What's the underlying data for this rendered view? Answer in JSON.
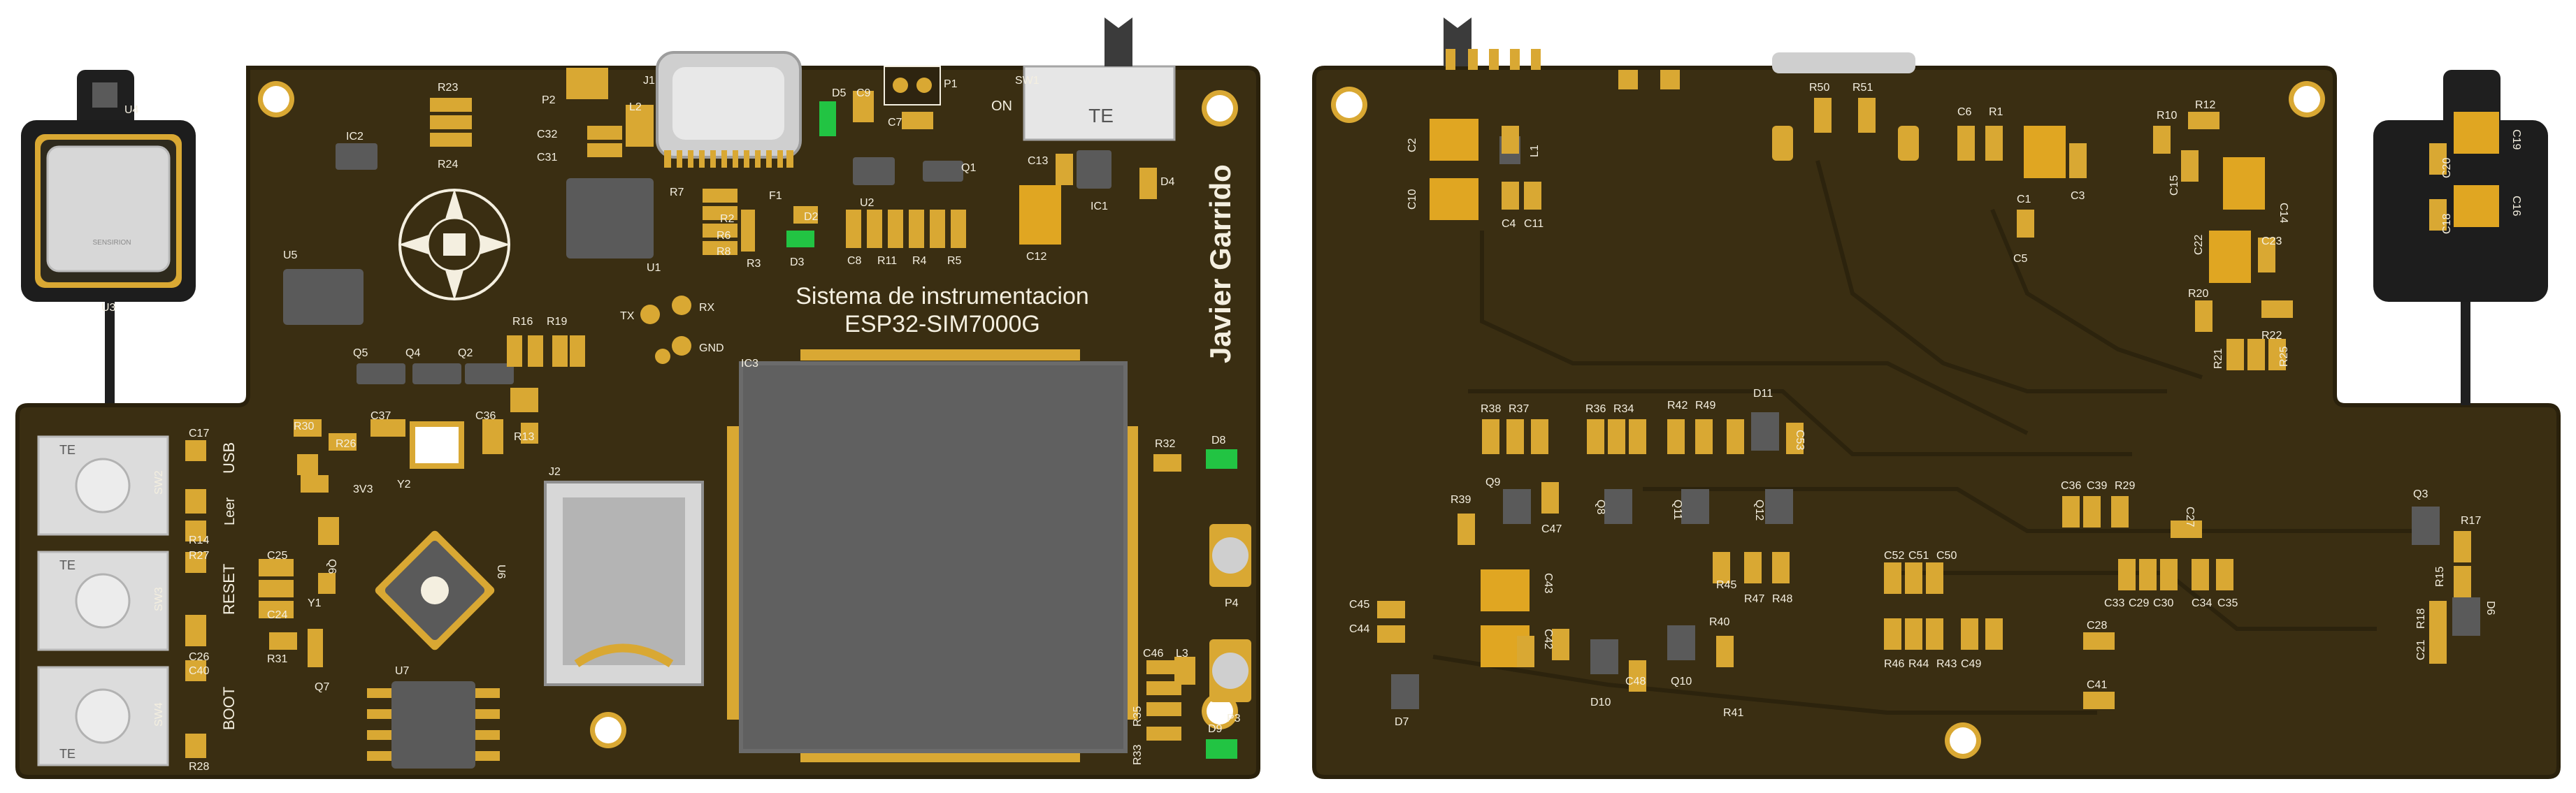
{
  "colors": {
    "background": "#ffffff",
    "board": "#3a2e12",
    "board_edge": "#2a210c",
    "pad": "#d9a833",
    "silk": "#f4efe0",
    "chip": "#5a5a5a",
    "led_green": "#22c443",
    "tantalum": "#e0a622",
    "flex": "#1d1d1d"
  },
  "left_board": {
    "title_line1": "Sistema de instrumentacion",
    "title_line2": "ESP32-SIM7000G",
    "author": "Javier Garrido",
    "sensor_brand": "SENSIRION",
    "labels": [
      "U4",
      "U3",
      "R23",
      "R24",
      "IC2",
      "U5",
      "P2",
      "C32",
      "C31",
      "J1",
      "L2",
      "D5",
      "C9",
      "P1",
      "SW1",
      "ON",
      "C7",
      "U1",
      "R7",
      "F1",
      "R2",
      "R6",
      "R8",
      "R3",
      "D2",
      "D3",
      "U2",
      "Q1",
      "C8",
      "R11",
      "R4",
      "R5",
      "D4",
      "C13",
      "C12",
      "IC1",
      "TX",
      "RX",
      "GND",
      "R16",
      "R19",
      "Q5",
      "Q4",
      "Q2",
      "R30",
      "R26",
      "C37",
      "C36",
      "R13",
      "3V3",
      "Y2",
      "IC3",
      "J2",
      "C17",
      "SW2",
      "USB",
      "R14",
      "R27",
      "C25",
      "C24",
      "Q6",
      "Y1",
      "SW3",
      "RESET",
      "Leer",
      "R31",
      "Q7",
      "C26",
      "C40",
      "SW4",
      "BOOT",
      "R28",
      "U6",
      "U7",
      "R32",
      "D8",
      "P4",
      "C46",
      "L3",
      "P3",
      "R35",
      "R33",
      "D9"
    ]
  },
  "right_board": {
    "labels": [
      "C2",
      "C10",
      "L1",
      "C4",
      "C11",
      "R50",
      "R51",
      "C6",
      "R1",
      "C1",
      "C3",
      "C5",
      "R10",
      "R12",
      "C15",
      "C14",
      "C22",
      "C23",
      "R20",
      "R21",
      "R22",
      "R25",
      "C20",
      "C19",
      "C18",
      "C16",
      "R38",
      "R37",
      "R36",
      "R34",
      "R42",
      "R49",
      "D11",
      "C53",
      "R39",
      "Q9",
      "C47",
      "Q8",
      "Q11",
      "Q12",
      "R45",
      "R47",
      "R48",
      "C36",
      "C39",
      "R29",
      "C27",
      "Q3",
      "R17",
      "R15",
      "D6",
      "C45",
      "C44",
      "C43",
      "C42",
      "D7",
      "D10",
      "C48",
      "Q10",
      "R40",
      "R41",
      "C52",
      "C51",
      "C50",
      "R46",
      "R44",
      "R43",
      "C49",
      "C33",
      "C29",
      "C30",
      "C34",
      "C35",
      "C28",
      "C41",
      "R18",
      "C21"
    ]
  }
}
